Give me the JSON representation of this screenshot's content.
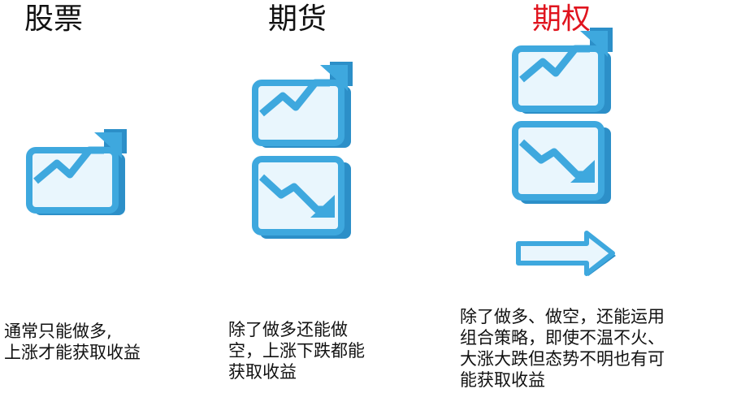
{
  "columns": [
    {
      "title": "股票",
      "description_lines": [
        "通常只能做多,",
        "上涨才能获取收益"
      ],
      "icons": [
        "chart-up-icon"
      ]
    },
    {
      "title": "期货",
      "description_lines": [
        "除了做多还能做",
        "空，上涨下跌都能",
        "获取收益"
      ],
      "icons": [
        "chart-up-icon",
        "chart-down-icon"
      ]
    },
    {
      "title": "期权",
      "description_lines": [
        "除了做多、做空，还能运用",
        "组合策略，即使不温不火、",
        "大涨大跌但态势不明也有可",
        "能获取收益"
      ],
      "icons": [
        "chart-up-icon",
        "chart-down-icon",
        "arrow-right-icon"
      ]
    }
  ],
  "colors": {
    "icon_fill": "#e9f6fd",
    "icon_stroke": "#3ea8de",
    "icon_shadow": "#2c8fc8",
    "title_text": "#111111",
    "highlight_title": "#e0141e"
  }
}
